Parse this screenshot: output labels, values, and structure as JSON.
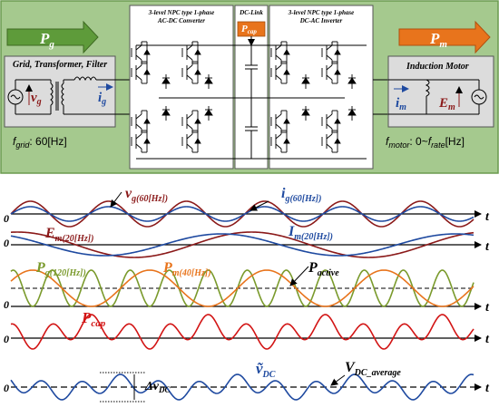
{
  "system": {
    "power_in": {
      "symbol": "P",
      "sub": "g"
    },
    "power_out": {
      "symbol": "P",
      "sub": "m"
    },
    "grid_box": {
      "title": "Grid, Transformer, Filter",
      "voltage": {
        "symbol": "v",
        "sub": "g"
      },
      "current": {
        "symbol": "i",
        "sub": "g"
      }
    },
    "converter": {
      "title_line1": "3-level NPC type 1-phase",
      "title_line2": "AC-DC Converter"
    },
    "dc_link": {
      "title": "DC-Link",
      "pcap": {
        "symbol": "P",
        "sub": "cap"
      }
    },
    "inverter": {
      "title_line1": "3-level NPC type 1-phase",
      "title_line2": "DC-AC Inverter"
    },
    "motor_box": {
      "title": "Induction Motor",
      "current": {
        "symbol": "i",
        "sub": "m"
      },
      "emf": {
        "symbol": "E",
        "sub": "m"
      }
    },
    "grid_freq": {
      "symbol": "f",
      "sub": "grid",
      "value": ": 60[Hz]"
    },
    "motor_freq": {
      "symbol": "f",
      "sub": "motor",
      "mid": ": 0~",
      "symbol2": "f",
      "sub2": "rate",
      "unit": "[Hz]"
    }
  },
  "colors": {
    "panel_bg": "#a5c98e",
    "panel_border": "#6a9a4e",
    "arrow_green": "#5e9b3a",
    "arrow_orange": "#e8741c",
    "dark_red": "#8b1a1a",
    "blue": "#1f4aa0",
    "red": "#d21414",
    "olive": "#7a9a2c",
    "orange": "#e8741c"
  },
  "waveforms": {
    "axis_zero": "0",
    "axis_t": "t",
    "vg": {
      "symbol": "v",
      "sub": "g(60[Hz])"
    },
    "ig": {
      "symbol": "i",
      "sub": "g(60[Hz])"
    },
    "em": {
      "symbol": "E",
      "sub": "m(20[Hz])"
    },
    "im": {
      "symbol": "I",
      "sub": "m(20[Hz])"
    },
    "pg": {
      "symbol": "P",
      "sub": "g(120[Hz])"
    },
    "pm": {
      "symbol": "P",
      "sub": "m(40[Hz])"
    },
    "pactive": {
      "symbol": "P",
      "sub": "active"
    },
    "pcap": {
      "symbol": "P",
      "sub": "cap"
    },
    "dv": {
      "symbol": "Δv",
      "sub": "DC"
    },
    "vdc_tilde": {
      "symbol": "ṽ",
      "sub": "DC"
    },
    "vdc_avg": {
      "symbol": "V",
      "sub": "DC_average"
    }
  }
}
